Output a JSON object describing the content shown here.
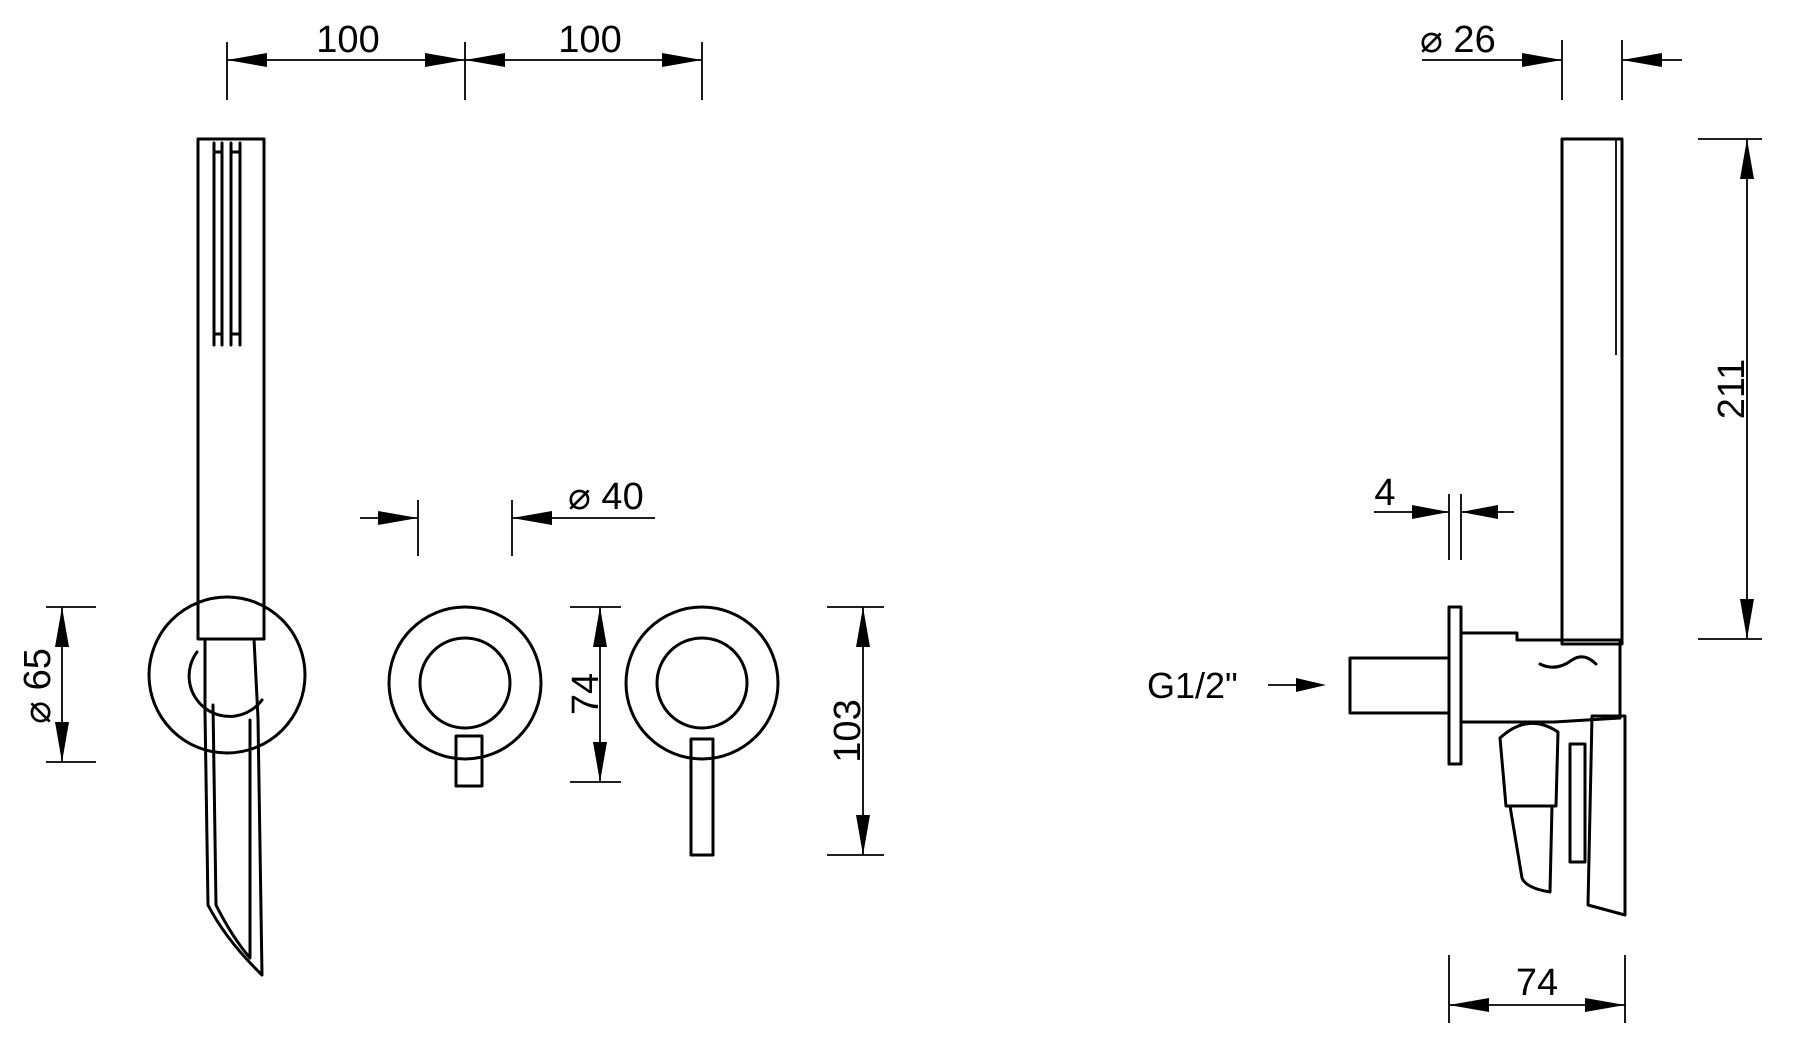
{
  "dimensions": {
    "hand_shower_to_mixer": "100",
    "mixer_to_mixer": "100",
    "mixer_diameter": "⌀ 40",
    "outlet_plate_diameter": "⌀ 65",
    "mixer_plate_inner": "74",
    "mixer_plate_outer": "103",
    "hand_shower_diameter": "⌀ 26",
    "hand_shower_length": "211",
    "plate_thickness": "4",
    "side_depth": "74"
  },
  "connection": {
    "label": "G1/2\""
  }
}
